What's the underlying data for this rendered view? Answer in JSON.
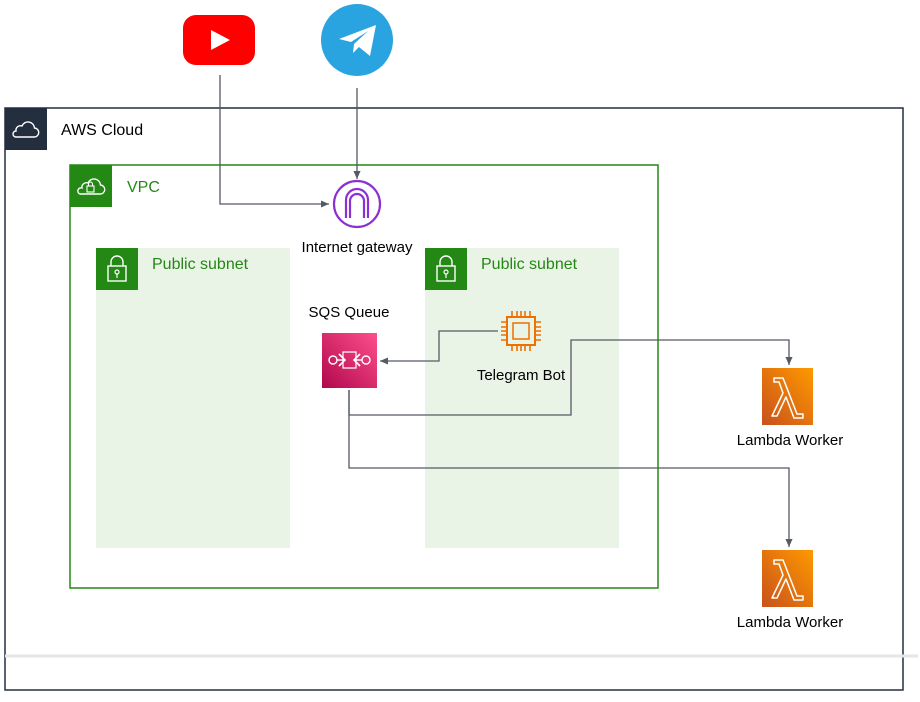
{
  "groups": {
    "aws_cloud": "AWS Cloud",
    "vpc": "VPC",
    "subnet_left": "Public subnet",
    "subnet_right": "Public subnet"
  },
  "nodes": {
    "youtube": {
      "icon": "youtube-icon",
      "color": "#ff0000"
    },
    "telegram": {
      "icon": "telegram-icon",
      "color": "#2aa4e0"
    },
    "internet_gateway": {
      "label": "Internet gateway",
      "icon": "internet-gateway-icon",
      "color": "#8c2fd3"
    },
    "sqs_queue": {
      "label": "SQS Queue",
      "icon": "sqs-icon",
      "color": "#e7157b"
    },
    "telegram_bot": {
      "label": "Telegram Bot",
      "icon": "ec2-instance-icon",
      "color": "#ed7100"
    },
    "lambda_worker_1": {
      "label": "Lambda Worker",
      "icon": "lambda-icon",
      "color": "#ed7100"
    },
    "lambda_worker_2": {
      "label": "Lambda Worker",
      "icon": "lambda-icon",
      "color": "#ed7100"
    }
  },
  "edges": [
    {
      "from": "youtube",
      "to": "internet_gateway"
    },
    {
      "from": "telegram",
      "to": "internet_gateway"
    },
    {
      "from": "telegram_bot",
      "to": "sqs_queue"
    },
    {
      "from": "sqs_queue",
      "to": "lambda_worker_1"
    },
    {
      "from": "sqs_queue",
      "to": "lambda_worker_2"
    }
  ],
  "colors": {
    "aws_cloud_border": "#232f3e",
    "vpc_border": "#248814",
    "subnet_fill": "#e9f3e6",
    "subnet_text": "#248814",
    "edge": "#545b64"
  }
}
